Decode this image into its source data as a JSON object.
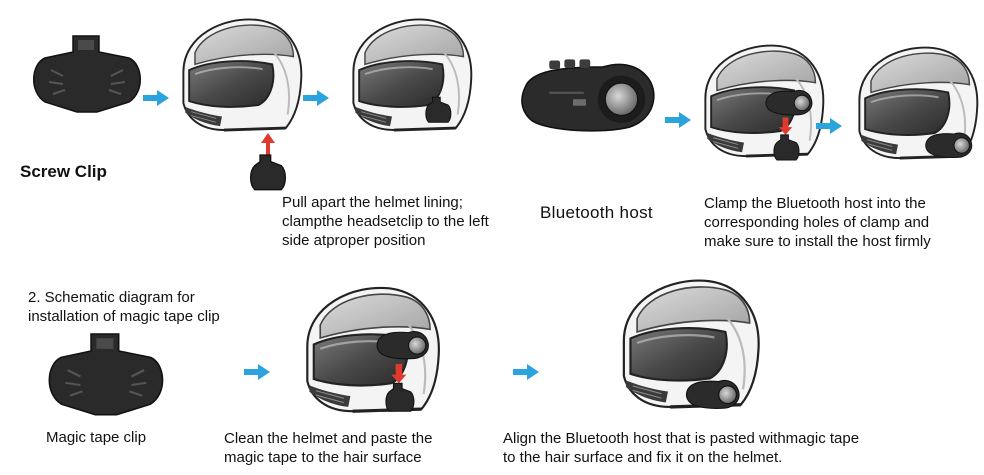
{
  "labels": {
    "screw_clip": "Screw Clip",
    "step_pull_lining": "Pull apart the helmet lining; clampthe headsetclip to the left side atproper position",
    "bluetooth_host": "Bluetooth host",
    "step_clamp_host": "Clamp the Bluetooth host into the corresponding holes of clamp and make sure to install the host firmly",
    "section_magic_title": "2. Schematic diagram for installation of magic tape clip",
    "magic_tape_clip": "Magic tape clip",
    "step_clean_paste": "Clean the helmet and paste the magic tape to the hair surface",
    "step_align_host": "Align the Bluetooth host that is pasted withmagic tape to the hair surface and fix it on the helmet."
  },
  "colors": {
    "flow_arrow": "#2ba3dc",
    "insert_arrow": "#e03a2f",
    "device_dark": "#2b2b2b",
    "helmet_shell": "#f4f4f4",
    "helmet_outline": "#222222"
  },
  "icons": {
    "flow_arrow": "right-arrow",
    "insert_arrow": "up-arrow/down-arrow"
  }
}
